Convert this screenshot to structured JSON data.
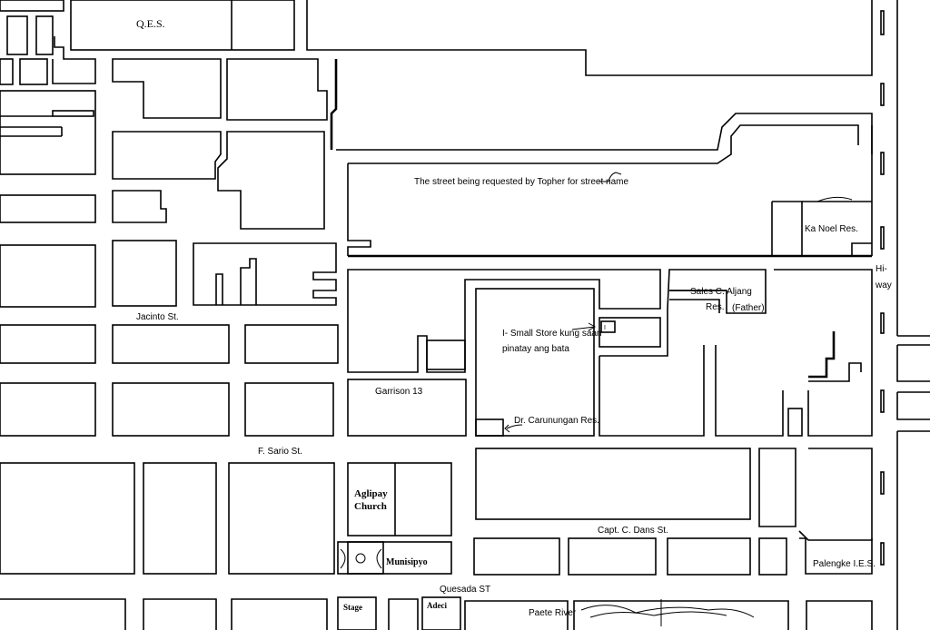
{
  "map": {
    "labels": {
      "qes": "Q.E.S.",
      "street_request": "The street being requested by Topher for street name",
      "ka_noel": "Ka Noel  Res.",
      "hiway_1": "Hi-",
      "hiway_2": "way",
      "sales_1": "Sales C. Aljang",
      "sales_2": "Res.",
      "sales_father": "(Father)",
      "jacinto": "Jacinto St.",
      "small_store_1": "I- Small Store kung saan",
      "small_store_2": "pinatay ang bata",
      "store_marker": "I",
      "garrison": "Garrison 13",
      "carunungan": "Dr. Carunungan Res.",
      "sario": "F. Sario St.",
      "aglipay_1": "Aglipay",
      "aglipay_2": "Church",
      "munisipyo": "Munisipyo",
      "dans": "Capt. C. Dans St.",
      "palengke": "Palengke  I.E.S.",
      "quesada": "Quesada ST",
      "stage": "Stage",
      "adeci": "Adeci",
      "paete": "Paete River"
    }
  }
}
